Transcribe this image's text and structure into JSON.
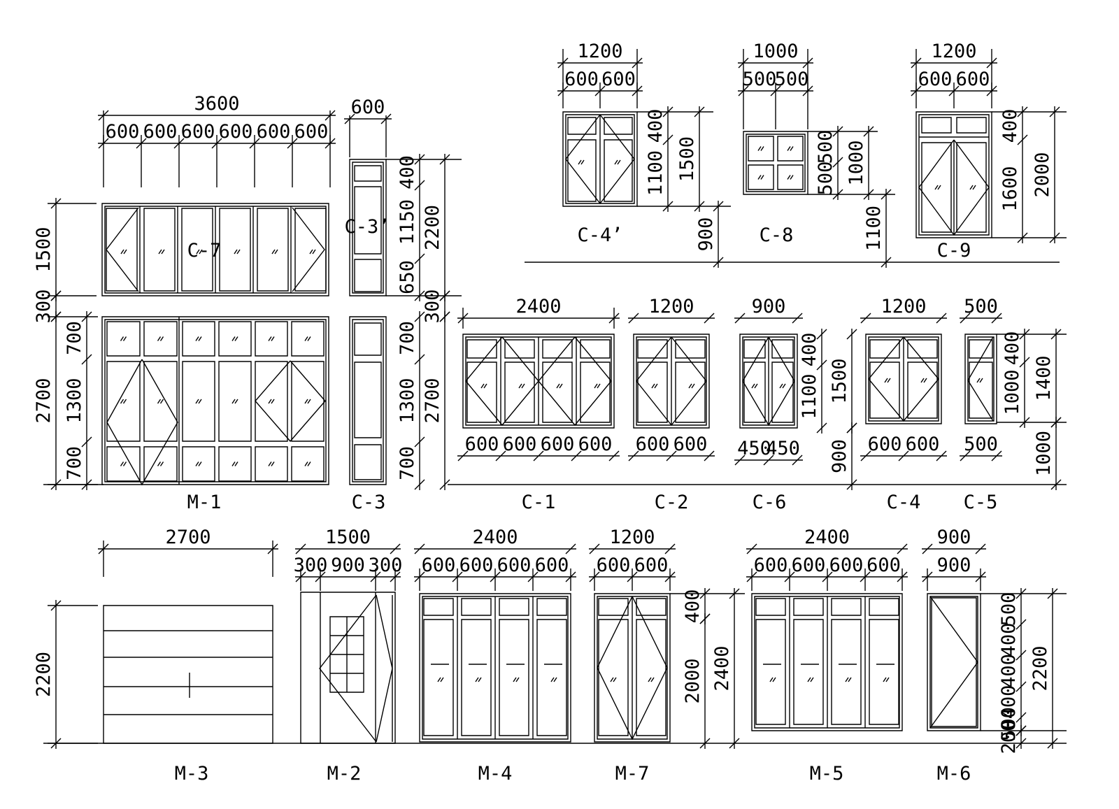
{
  "drawing": {
    "labels": {
      "C-7": "C-7",
      "C-3p": "C-3’",
      "C-4p": "C-4’",
      "C-8": "C-8",
      "C-9": "C-9",
      "M-1": "M-1",
      "C-3": "C-3",
      "C-1": "C-1",
      "C-2": "C-2",
      "C-6": "C-6",
      "C-4": "C-4",
      "C-5": "C-5",
      "M-3": "M-3",
      "M-2": "M-2",
      "M-4": "M-4",
      "M-7": "M-7",
      "M-5": "M-5",
      "M-6": "M-6"
    },
    "dims": {
      "d3600": "3600",
      "d600": "600",
      "d1500": "1500",
      "d300": "300",
      "d2700": "2700",
      "d700": "700",
      "d1300": "1300",
      "d400": "400",
      "d1150": "1150",
      "d650": "650",
      "d2200": "2200",
      "d1200": "1200",
      "d1000": "1000",
      "d500": "500",
      "d1100": "1100",
      "d900": "900",
      "d1600": "1600",
      "d2000": "2000",
      "d2400": "2400",
      "d450": "450",
      "d1400": "1400",
      "d200": "200"
    }
  }
}
